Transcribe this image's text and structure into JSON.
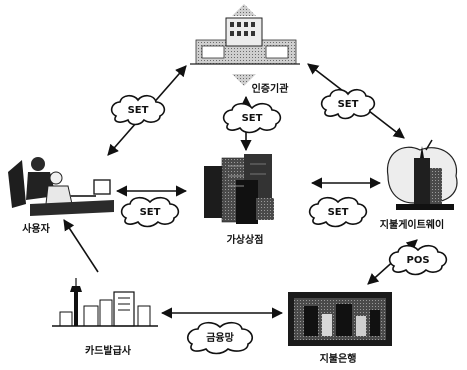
{
  "nodes": {
    "authority": {
      "label": "인증기관"
    },
    "user": {
      "label": "사용자"
    },
    "store": {
      "label": "가상상점"
    },
    "gateway": {
      "label": "지불게이트웨이"
    },
    "issuer": {
      "label": "카드발급사"
    },
    "bank": {
      "label": "지불은행"
    }
  },
  "protocols": {
    "set_user_authority": "SET",
    "set_store_authority": "SET",
    "set_gateway_authority": "SET",
    "set_user_store": "SET",
    "set_store_gateway": "SET",
    "pos_gateway_bank": "POS",
    "finance_issuer_bank": "금융망"
  }
}
